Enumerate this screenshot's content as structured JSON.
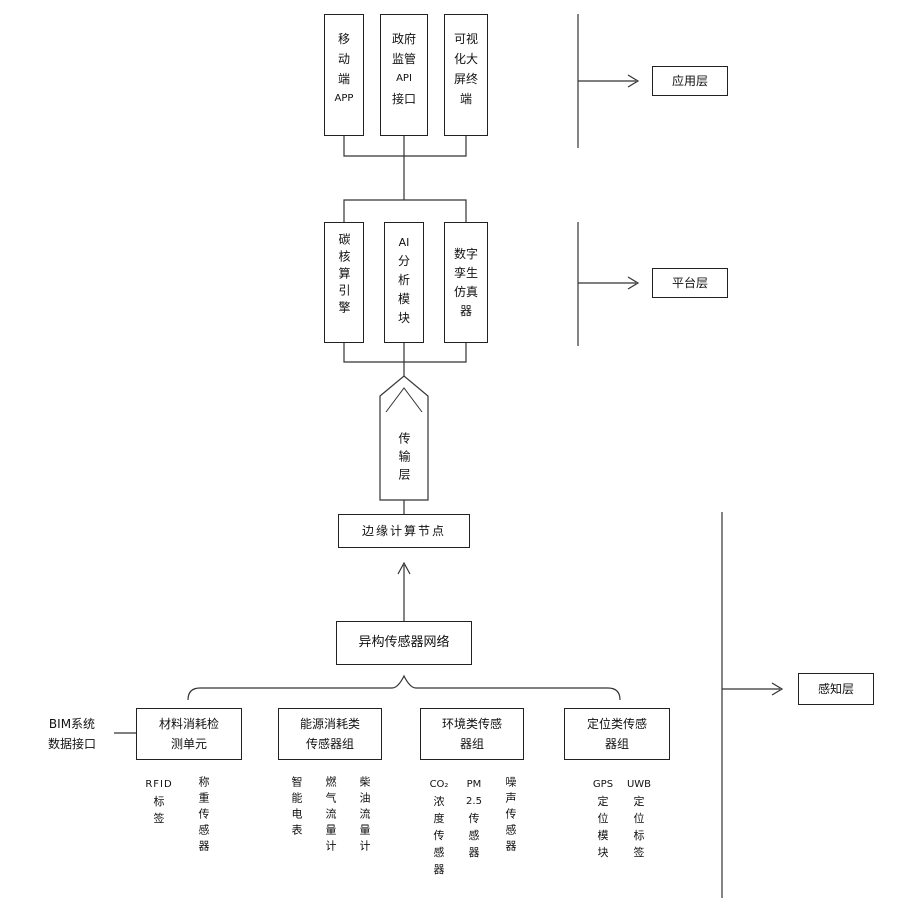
{
  "application_layer": {
    "label": "应用层",
    "modules": [
      {
        "lines": [
          "移",
          "动",
          "端",
          "APP"
        ]
      },
      {
        "lines": [
          "政府",
          "监管",
          "API",
          "接口"
        ]
      },
      {
        "lines": [
          "可视",
          "化大",
          "屏终",
          "端"
        ]
      }
    ]
  },
  "platform_layer": {
    "label": "平台层",
    "modules": [
      {
        "text": "碳核算引擎"
      },
      {
        "lines": [
          "AI",
          "分",
          "析",
          "模",
          "块"
        ]
      },
      {
        "lines": [
          "数字",
          "孪生",
          "仿真",
          "器"
        ]
      }
    ]
  },
  "transport_layer": {
    "label": "传输层"
  },
  "edge_node": {
    "label": "边缘计算节点"
  },
  "sensor_network": {
    "label": "异构传感器网络"
  },
  "perception_layer": {
    "label": "感知层"
  },
  "bim_interface": {
    "line1": "BIM系统",
    "line2": "数据接口"
  },
  "sensor_groups": [
    {
      "line1": "材料消耗检",
      "line2": "测单元",
      "items": [
        {
          "text": "RFID标签",
          "lines": [
            "RFID",
            "标",
            "签"
          ]
        },
        {
          "text": "称重传感器"
        }
      ]
    },
    {
      "line1": "能源消耗类",
      "line2": "传感器组",
      "items": [
        {
          "text": "智能电表"
        },
        {
          "text": "燃气流量计"
        },
        {
          "text": "柴油流量计"
        }
      ]
    },
    {
      "line1": "环境类传感",
      "line2": "器组",
      "items": [
        {
          "text": "CO₂浓度传感器",
          "lines": [
            "CO₂",
            "浓",
            "度",
            "传",
            "感",
            "器"
          ]
        },
        {
          "text": "PM2.5传感器",
          "lines": [
            "PM",
            "2.5",
            "传",
            "感",
            "器"
          ]
        },
        {
          "text": "噪声传感器"
        }
      ]
    },
    {
      "line1": "定位类传感",
      "line2": "器组",
      "items": [
        {
          "text": "GPS定位模块",
          "lines": [
            "GPS",
            "定",
            "位",
            "模",
            "块"
          ]
        },
        {
          "text": "UWB定位标签",
          "lines": [
            "UWB",
            "定",
            "位",
            "标",
            "签"
          ]
        }
      ]
    }
  ]
}
